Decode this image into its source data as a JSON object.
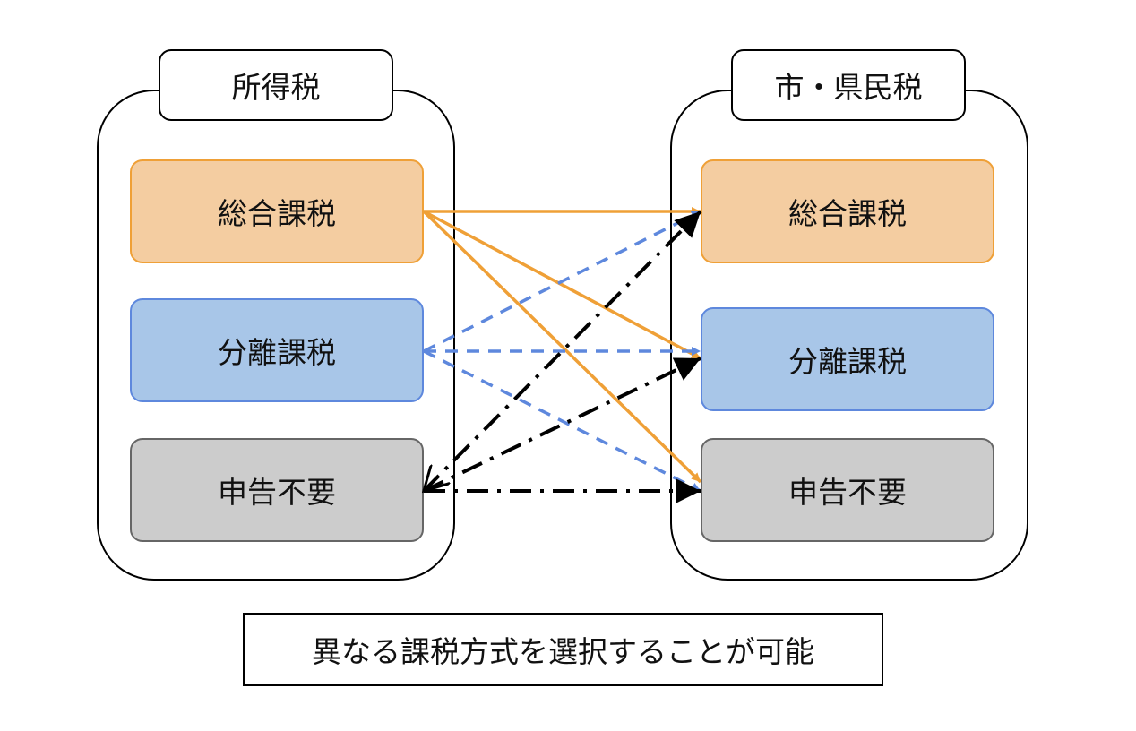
{
  "left_group": {
    "title": "所得税",
    "items": {
      "sogo": "総合課税",
      "bunri": "分離課税",
      "shinkoku": "申告不要"
    }
  },
  "right_group": {
    "title": "市・県民税",
    "items": {
      "sogo": "総合課税",
      "bunri": "分離課税",
      "shinkoku": "申告不要"
    }
  },
  "caption": "異なる課税方式を選択することが可能",
  "colors": {
    "sogo_fill": "#f4cda1",
    "sogo_border": "#efa037",
    "bunri_fill": "#a8c6e8",
    "bunri_border": "#5e88dd",
    "shinkoku_fill": "#cccccc",
    "shinkoku_border": "#666666",
    "arrow_orange": "#efa037",
    "arrow_blue": "#5e88dd",
    "arrow_black": "#000000"
  },
  "connections": [
    {
      "from": "left.sogo",
      "to": "right.sogo",
      "style": "solid",
      "color": "orange"
    },
    {
      "from": "left.sogo",
      "to": "right.bunri",
      "style": "solid",
      "color": "orange"
    },
    {
      "from": "left.sogo",
      "to": "right.shinkoku",
      "style": "solid",
      "color": "orange"
    },
    {
      "from": "left.bunri",
      "to": "right.sogo",
      "style": "dashed",
      "color": "blue"
    },
    {
      "from": "left.bunri",
      "to": "right.bunri",
      "style": "dashed",
      "color": "blue",
      "bidirectional": true
    },
    {
      "from": "left.bunri",
      "to": "right.shinkoku",
      "style": "dashed",
      "color": "blue"
    },
    {
      "from": "left.shinkoku",
      "to": "right.sogo",
      "style": "dash-dot",
      "color": "black",
      "bidirectional": true
    },
    {
      "from": "left.shinkoku",
      "to": "right.bunri",
      "style": "dash-dot",
      "color": "black"
    },
    {
      "from": "left.shinkoku",
      "to": "right.shinkoku",
      "style": "dash-dot",
      "color": "black"
    }
  ]
}
